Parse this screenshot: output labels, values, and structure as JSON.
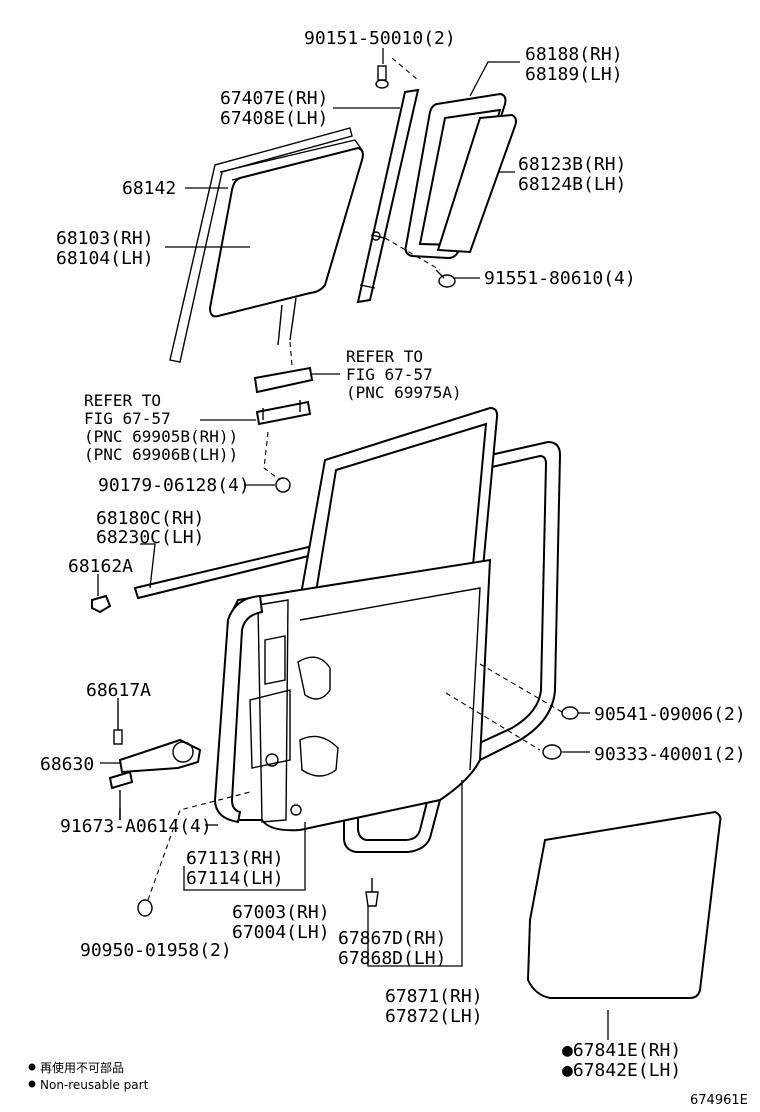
{
  "labels": {
    "p90151": "90151-50010(2)",
    "p68188": "68188(RH)",
    "p68189": "68189(LH)",
    "p67407": "67407E(RH)",
    "p67408": "67408E(LH)",
    "p68142": "68142",
    "p68123": "68123B(RH)",
    "p68124": "68124B(LH)",
    "p68103": "68103(RH)",
    "p68104": "68104(LH)",
    "p91551": "91551-80610(4)",
    "refer1_a": "REFER TO",
    "refer1_b": "FIG 67-57",
    "refer1_c": "(PNC 69975A)",
    "refer2_a": "REFER TO",
    "refer2_b": "FIG 67-57",
    "refer2_c": "(PNC 69905B(RH))",
    "refer2_d": "(PNC 69906B(LH))",
    "p90179": "90179-06128(4)",
    "p68180": "68180C(RH)",
    "p68230": "68230C(LH)",
    "p68162": "68162A",
    "p68617": "68617A",
    "p68630": "68630",
    "p90541": "90541-09006(2)",
    "p90333": "90333-40001(2)",
    "p91673": "91673-A0614(4)",
    "p67113": "67113(RH)",
    "p67114": "67114(LH)",
    "p67003": "67003(RH)",
    "p67004": "67004(LH)",
    "p67867": "67867D(RH)",
    "p67868": "67868D(LH)",
    "p90950": "90950-01958(2)",
    "p67871": "67871(RH)",
    "p67872": "67872(LH)",
    "p67841": "●67841E(RH)",
    "p67842": "●67842E(LH)"
  },
  "legend": {
    "line1": "再使用不可部品",
    "line2": "Non-reusable part"
  },
  "figure_id": "674961E"
}
